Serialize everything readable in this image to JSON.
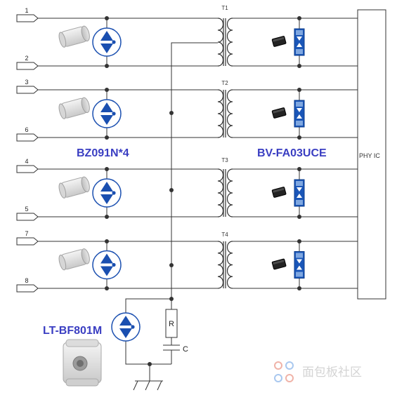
{
  "pins": [
    "1",
    "2",
    "3",
    "6",
    "4",
    "5",
    "7",
    "8"
  ],
  "transformers": [
    "T1",
    "T2",
    "T3",
    "T4"
  ],
  "labels": {
    "gdt_pair": "BZ091N*4",
    "tvs": "BV-FA03UCE",
    "gdt_common": "LT-BF801M",
    "phy": "PHY IC",
    "resistor": "R",
    "capacitor": "C"
  },
  "watermark": "面包板社区",
  "colors": {
    "label_blue": "#3a3ec2",
    "gdt_blue": "#1a4fb0",
    "tvs_blue": "#1a56b8",
    "wire": "#333333"
  }
}
